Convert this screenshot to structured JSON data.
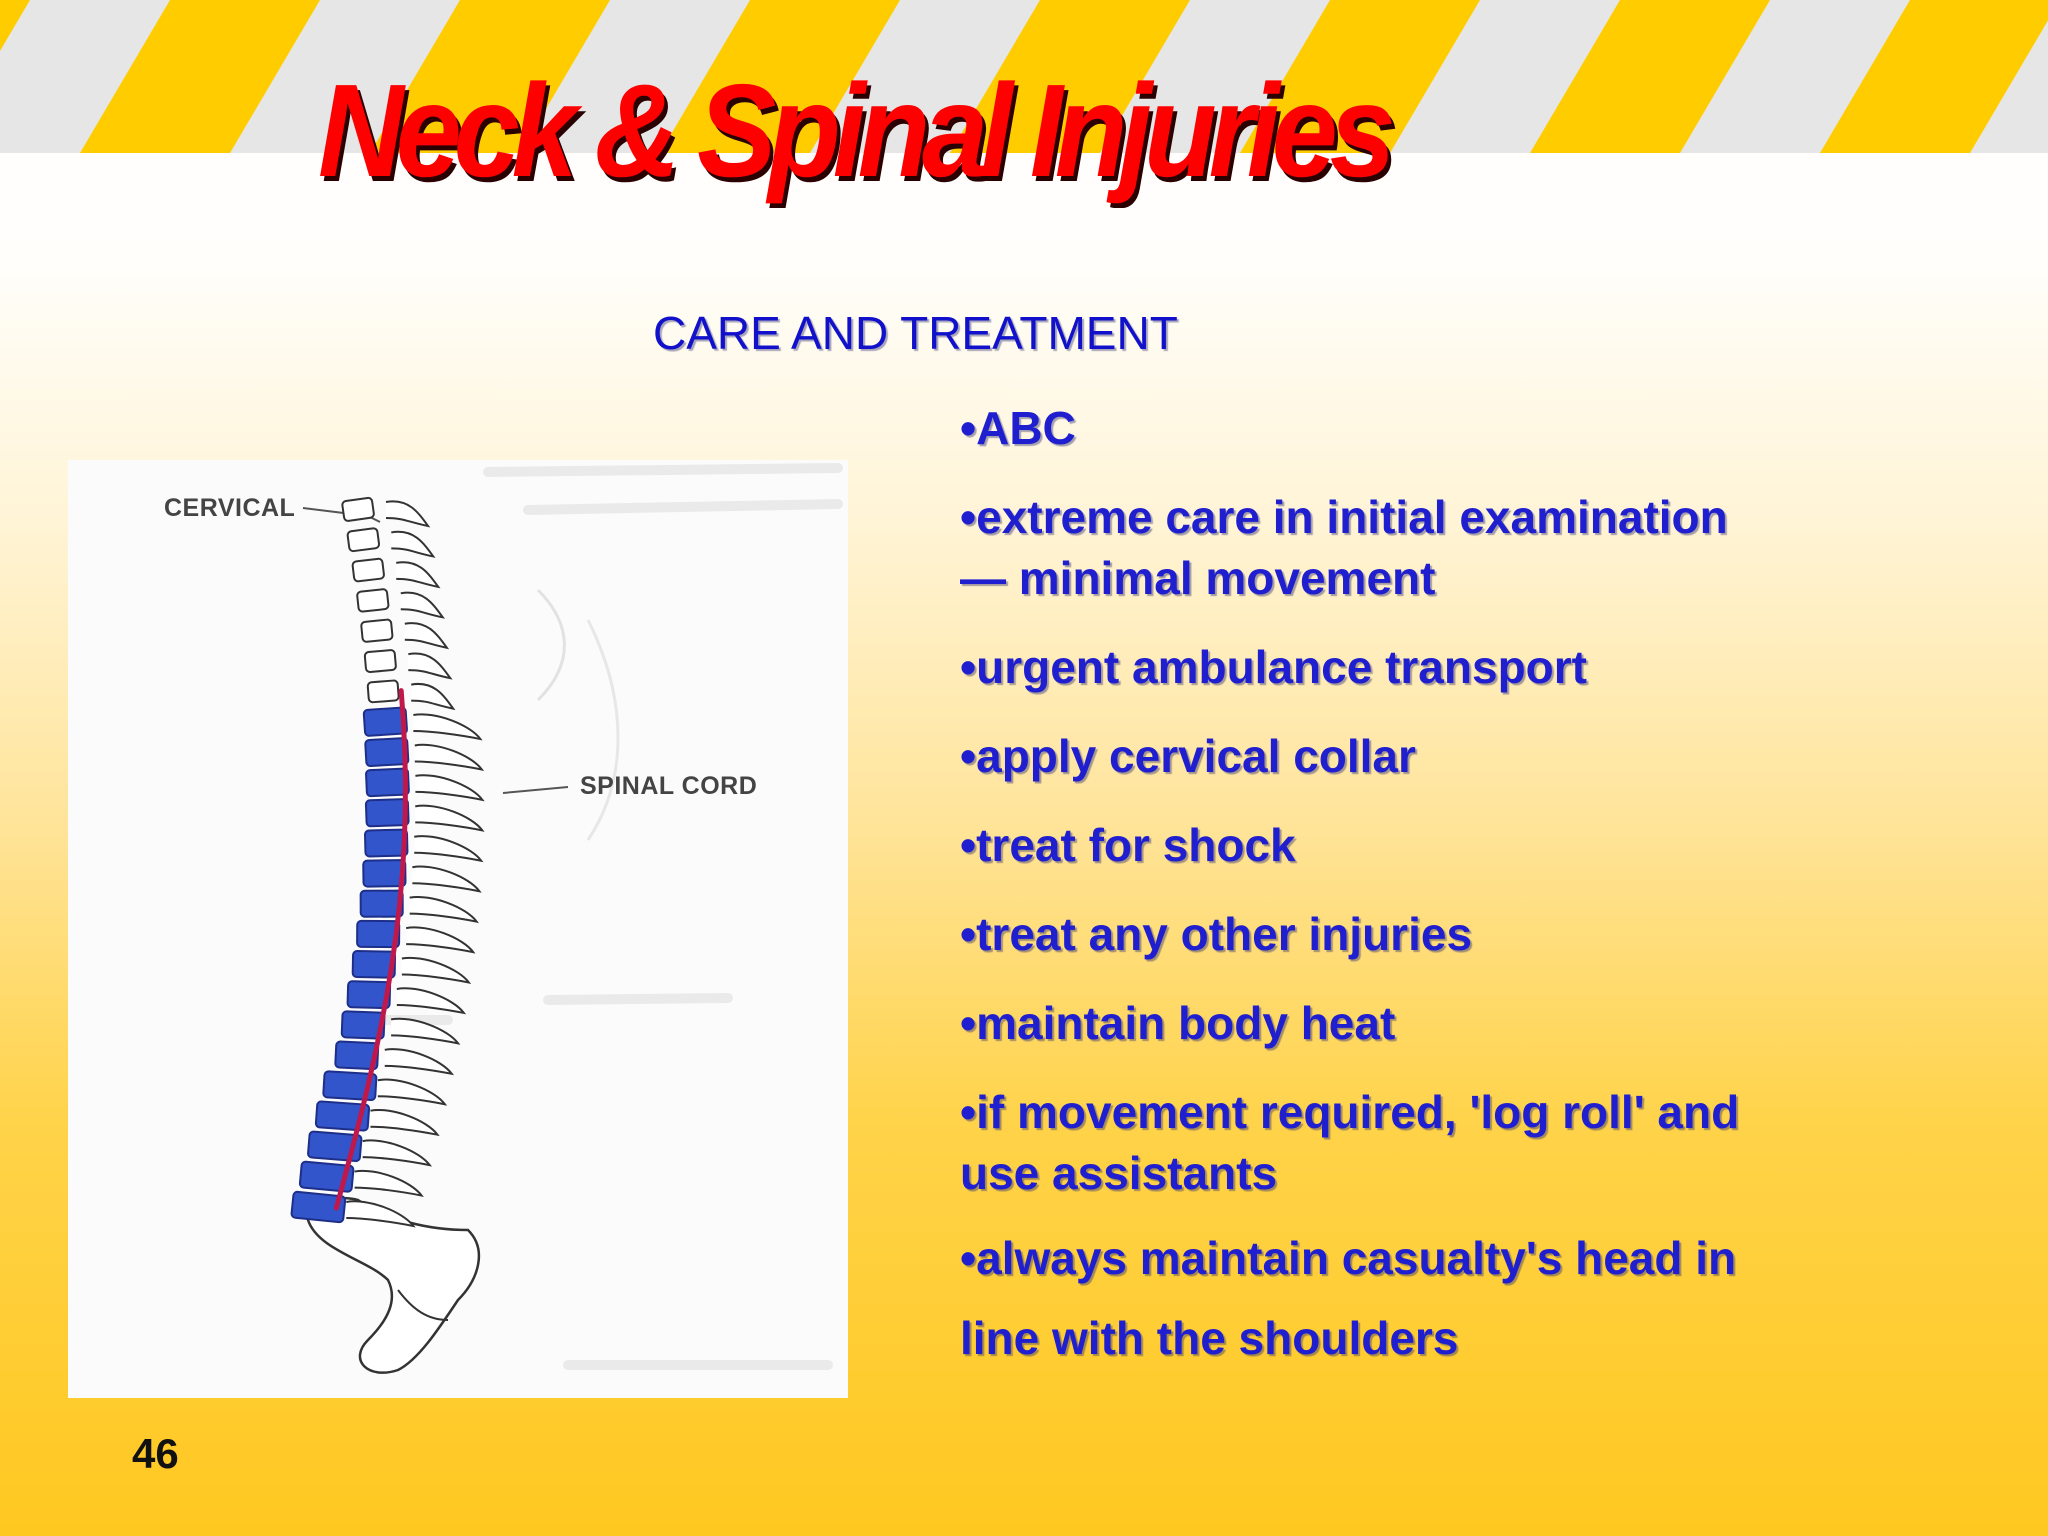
{
  "slide": {
    "title": "Neck & Spinal Injuries",
    "subtitle": "CARE AND TREATMENT",
    "page_number": "46",
    "bullets": [
      "ABC",
      "extreme care in initial examination — minimal movement",
      "urgent ambulance transport",
      "apply cervical collar",
      "treat for shock",
      "treat any other injuries",
      "maintain body heat",
      "if movement required, 'log roll' and use assistants",
      "always maintain casualty's head in line with the shoulders"
    ],
    "bullet_glyph": "•"
  },
  "figure": {
    "label_cervical": "CERVICAL",
    "label_spinal_cord": "SPINAL CORD",
    "vertebra_color": "#3355cc",
    "cord_color": "#c0184a"
  },
  "colors": {
    "title": "#ff0000",
    "text": "#1f1fd0",
    "stripe_yellow": "#ffcc00",
    "stripe_grey": "#e6e6e6"
  }
}
